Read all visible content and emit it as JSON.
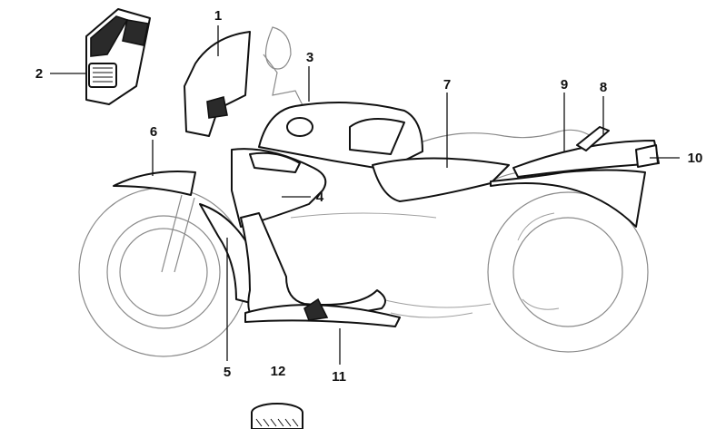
{
  "diagram": {
    "callouts": [
      {
        "id": "1",
        "label": "1"
      },
      {
        "id": "2",
        "label": "2"
      },
      {
        "id": "3",
        "label": "3"
      },
      {
        "id": "4",
        "label": "4"
      },
      {
        "id": "5",
        "label": "5"
      },
      {
        "id": "6",
        "label": "6"
      },
      {
        "id": "7",
        "label": "7"
      },
      {
        "id": "8",
        "label": "8"
      },
      {
        "id": "9",
        "label": "9"
      },
      {
        "id": "10",
        "label": "10"
      },
      {
        "id": "11",
        "label": "11"
      },
      {
        "id": "12",
        "label": "12"
      }
    ],
    "colors": {
      "line": "#111111",
      "ghost_outline": "#8a8a8a",
      "background": "#ffffff"
    }
  }
}
